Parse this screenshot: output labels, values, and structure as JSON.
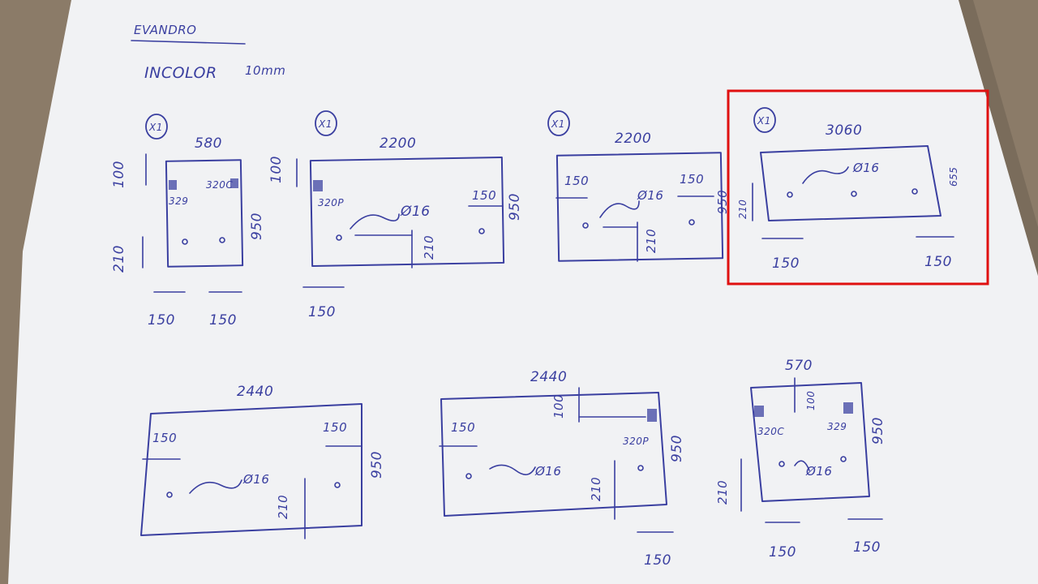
{
  "header": {
    "client": "EVANDRO",
    "material": "INCOLOR",
    "thickness": "10mm"
  },
  "panels": [
    {
      "qty": "X1",
      "width": "580",
      "height": "950",
      "top_offset": "100",
      "bottom_offset": "210",
      "edge_left": "150",
      "edge_right": "150",
      "hinge_left": "329",
      "hinge_right": "320C"
    },
    {
      "qty": "X1",
      "width": "2200",
      "height": "950",
      "top_offset": "100",
      "hinge": "320P",
      "hole": "Ø16",
      "edge_right": "150",
      "bottom_offset": "210",
      "edge_left": "150"
    },
    {
      "qty": "X1",
      "width": "2200",
      "height": "950",
      "edge_left": "150",
      "edge_right": "150",
      "hole": "Ø16",
      "bottom_offset": "210"
    },
    {
      "qty": "X1",
      "width": "3060",
      "height": "655",
      "hole": "Ø16",
      "left_offset": "210",
      "edge_left": "150",
      "edge_right": "150"
    },
    {
      "width": "2440",
      "height": "950",
      "edge_left": "150",
      "edge_right": "150",
      "hole": "Ø16",
      "bottom_offset": "210"
    },
    {
      "width": "2440",
      "height": "950",
      "top_offset": "100",
      "edge_left": "150",
      "hinge": "320P",
      "hole": "Ø16",
      "bottom_offset": "210",
      "edge_right": "150"
    },
    {
      "width": "570",
      "height": "950",
      "top_offset": "100",
      "hinge_left": "320C",
      "hinge_right": "329",
      "hole": "Ø16",
      "bottom_offset": "210",
      "edge_left": "150",
      "edge_right": "150"
    }
  ],
  "highlight_color": "#e01010",
  "ink_color": "#3a3fa0"
}
